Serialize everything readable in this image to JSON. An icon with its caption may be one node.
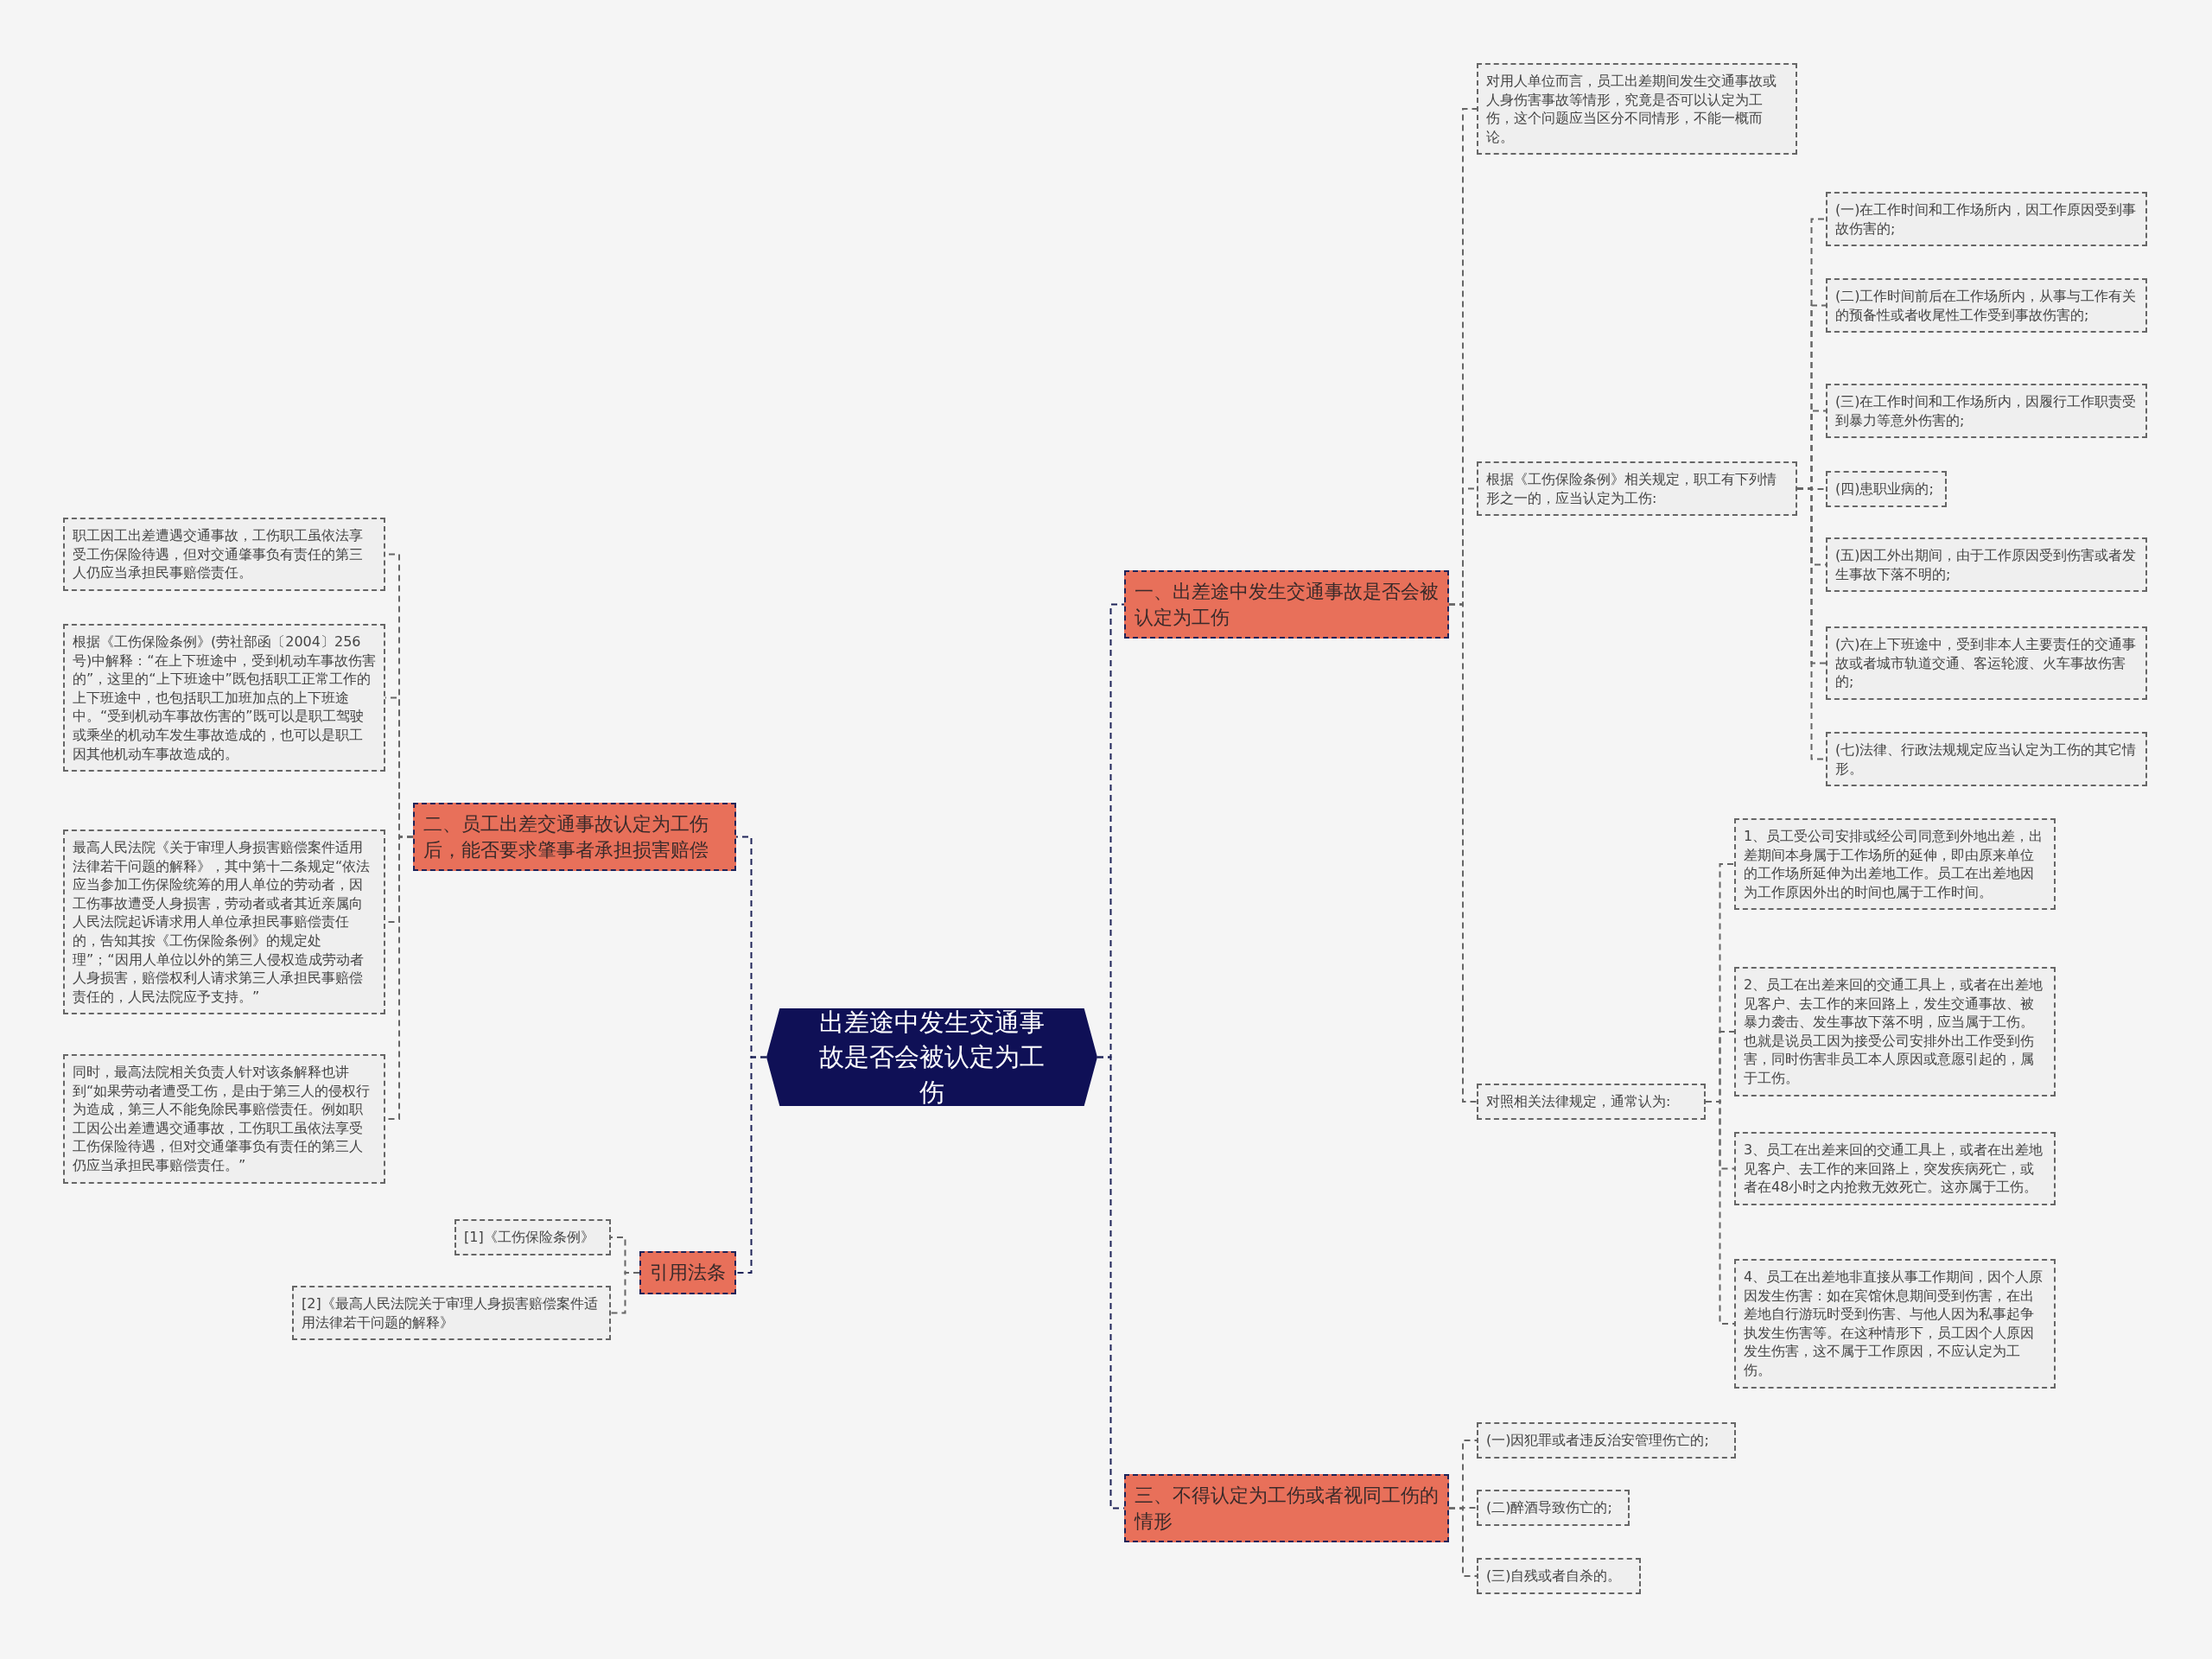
{
  "diagram": {
    "nodes": [
      {
        "text": [
          "出差途中发生交通事故是否会被认定为工伤"
        ]
      },
      {
        "text": [
          "一、出差途中发生交通事故是否会被认定为工伤"
        ]
      },
      {
        "text": [
          "对用人单位而言，员工出差期间发生交通事故或人身伤害事故等情形，究竟是否可以认定为工伤，这个问题应当区分不同情形，不能一概而论。"
        ]
      },
      {
        "text": [
          "根据《工伤保险条例》相关规定，职工有下列情形之一的，应当认定为工伤:"
        ]
      },
      {
        "text": [
          "(一)在工作时间和工作场所内，因工作原因受到事故伤害的;"
        ]
      },
      {
        "text": [
          "(二)工作时间前后在工作场所内，从事与工作有关的预备性或者收尾性工作受到事故伤害的;"
        ]
      },
      {
        "text": [
          "(三)在工作时间和工作场所内，因履行工作职责受到暴力等意外伤害的;"
        ]
      },
      {
        "text": [
          "(四)患职业病的;"
        ]
      },
      {
        "text": [
          "(五)因工外出期间，由于工作原因受到伤害或者发生事故下落不明的;"
        ]
      },
      {
        "text": [
          "(六)在上下班途中，受到非本人主要责任的交通事故或者城市轨道交通、客运轮渡、火车事故伤害的;"
        ]
      },
      {
        "text": [
          "(七)法律、行政法规规定应当认定为工伤的其它情形。"
        ]
      },
      {
        "text": [
          "对照相关法律规定，通常认为:"
        ]
      },
      {
        "text": [
          "1、员工受公司安排或经公司同意到外地出差，出差期间本身属于工作场所的延伸，即由原来单位的工作场所延伸为出差地工作。员工在出差地因为工作原因外出的时间也属于工作时间。"
        ]
      },
      {
        "text": [
          "2、员工在出差来回的交通工具上，或者在出差地见客户、去工作的来回路上，发生交通事故、被暴力袭击、发生事故下落不明，应当属于工伤。也就是说员工因为接受公司安排外出工作受到伤害，同时伤害非员工本人原因或意愿引起的，属于工伤。"
        ]
      },
      {
        "text": [
          "3、员工在出差来回的交通工具上，或者在出差地见客户、去工作的来回路上，突发疾病死亡，或者在48小时之内抢救无效死亡。这亦属于工伤。"
        ]
      },
      {
        "text": [
          "4、员工在出差地非直接从事工作期间，因个人原因发生伤害：如在宾馆休息期间受到伤害，在出差地自行游玩时受到伤害、与他人因为私事起争执发生伤害等。在这种情形下，员工因个人原因发生伤害，这不属于工作原因，不应认定为工伤。"
        ]
      },
      {
        "text": [
          "二、员工出差交通事故认定为工伤后，能否要求肇事者承担损害赔偿"
        ]
      },
      {
        "text": [
          "职工因工出差遭遇交通事故，工伤职工虽依法享受工伤保险待遇，但对交通肇事负有责任的第三人仍应当承担民事赔偿责任。"
        ]
      },
      {
        "text": [
          "根据《工伤保险条例》(劳社部函〔2004〕256号)中解释：“在上下班途中，受到机动车事故伤害的”，这里的“上下班途中”既包括职工正常工作的上下班途中，也包括职工加班加点的上下班途中。“受到机动车事故伤害的”既可以是职工驾驶或乘坐的机动车发生事故造成的，也可以是职工因其他机动车事故造成的。"
        ]
      },
      {
        "text": [
          "最高人民法院《关于审理人身损害赔偿案件适用法律若干问题的解释》，其中第十二条规定“依法应当参加工伤保险统筹的用人单位的劳动者，因工伤事故遭受人身损害，劳动者或者其近亲属向人民法院起诉请求用人单位承担民事赔偿责任的，告知其按《工伤保险条例》的规定处理”；“因用人单位以外的第三人侵权造成劳动者人身损害，赔偿权利人请求第三人承担民事赔偿责任的，人民法院应予支持。”"
        ]
      },
      {
        "text": [
          "同时，最高法院相关负责人针对该条解释也讲到“如果劳动者遭受工伤，是由于第三人的侵权行为造成，第三人不能免除民事赔偿责任。例如职工因公出差遭遇交通事故，工伤职工虽依法享受工伤保险待遇，但对交通肇事负有责任的第三人仍应当承担民事赔偿责任。”"
        ]
      },
      {
        "text": [
          "引用法条"
        ]
      },
      {
        "text": [
          "[1]《工伤保险条例》"
        ]
      },
      {
        "text": [
          "[2]《最高人民法院关于审理人身损害赔偿案件适用法律若干问题的解释》"
        ]
      },
      {
        "text": [
          "三、不得认定为工伤或者视同工伤的情形"
        ]
      },
      {
        "text": [
          "(一)因犯罪或者违反治安管理伤亡的;"
        ]
      },
      {
        "text": [
          "(二)醉酒导致伤亡的;"
        ]
      },
      {
        "text": [
          "(三)自残或者自杀的。"
        ]
      }
    ],
    "edges": [
      {
        "from": 0,
        "to": 1,
        "arrow": "none",
        "style": "dashed",
        "color": "#1f2459"
      },
      {
        "from": 0,
        "to": 16,
        "arrow": "none",
        "style": "dashed",
        "color": "#1f2459"
      },
      {
        "from": 0,
        "to": 21,
        "arrow": "none",
        "style": "dashed",
        "color": "#1f2459"
      },
      {
        "from": 0,
        "to": 24,
        "arrow": "none",
        "style": "dashed",
        "color": "#1f2459"
      },
      {
        "from": 1,
        "to": 2,
        "arrow": "none",
        "style": "dashed"
      },
      {
        "from": 1,
        "to": 3,
        "arrow": "none",
        "style": "dashed"
      },
      {
        "from": 1,
        "to": 11,
        "arrow": "none",
        "style": "dashed"
      },
      {
        "from": 3,
        "to": 4,
        "arrow": "none",
        "style": "dashed"
      },
      {
        "from": 3,
        "to": 5,
        "arrow": "none",
        "style": "dashed"
      },
      {
        "from": 3,
        "to": 6,
        "arrow": "none",
        "style": "dashed"
      },
      {
        "from": 3,
        "to": 7,
        "arrow": "none",
        "style": "dashed"
      },
      {
        "from": 3,
        "to": 8,
        "arrow": "none",
        "style": "dashed"
      },
      {
        "from": 3,
        "to": 9,
        "arrow": "none",
        "style": "dashed"
      },
      {
        "from": 3,
        "to": 10,
        "arrow": "none",
        "style": "dashed"
      },
      {
        "from": 11,
        "to": 12,
        "arrow": "none",
        "style": "dashed"
      },
      {
        "from": 11,
        "to": 13,
        "arrow": "none",
        "style": "dashed"
      },
      {
        "from": 11,
        "to": 14,
        "arrow": "none",
        "style": "dashed"
      },
      {
        "from": 11,
        "to": 15,
        "arrow": "none",
        "style": "dashed"
      },
      {
        "from": 16,
        "to": 17,
        "arrow": "none",
        "style": "dashed"
      },
      {
        "from": 16,
        "to": 18,
        "arrow": "none",
        "style": "dashed"
      },
      {
        "from": 16,
        "to": 19,
        "arrow": "none",
        "style": "dashed"
      },
      {
        "from": 16,
        "to": 20,
        "arrow": "none",
        "style": "dashed"
      },
      {
        "from": 21,
        "to": 22,
        "arrow": "none",
        "style": "dashed"
      },
      {
        "from": 21,
        "to": 23,
        "arrow": "none",
        "style": "dashed"
      },
      {
        "from": 24,
        "to": 25,
        "arrow": "none",
        "style": "dashed"
      },
      {
        "from": 24,
        "to": 26,
        "arrow": "none",
        "style": "dashed"
      },
      {
        "from": 24,
        "to": 27,
        "arrow": "none",
        "style": "dashed"
      }
    ]
  }
}
